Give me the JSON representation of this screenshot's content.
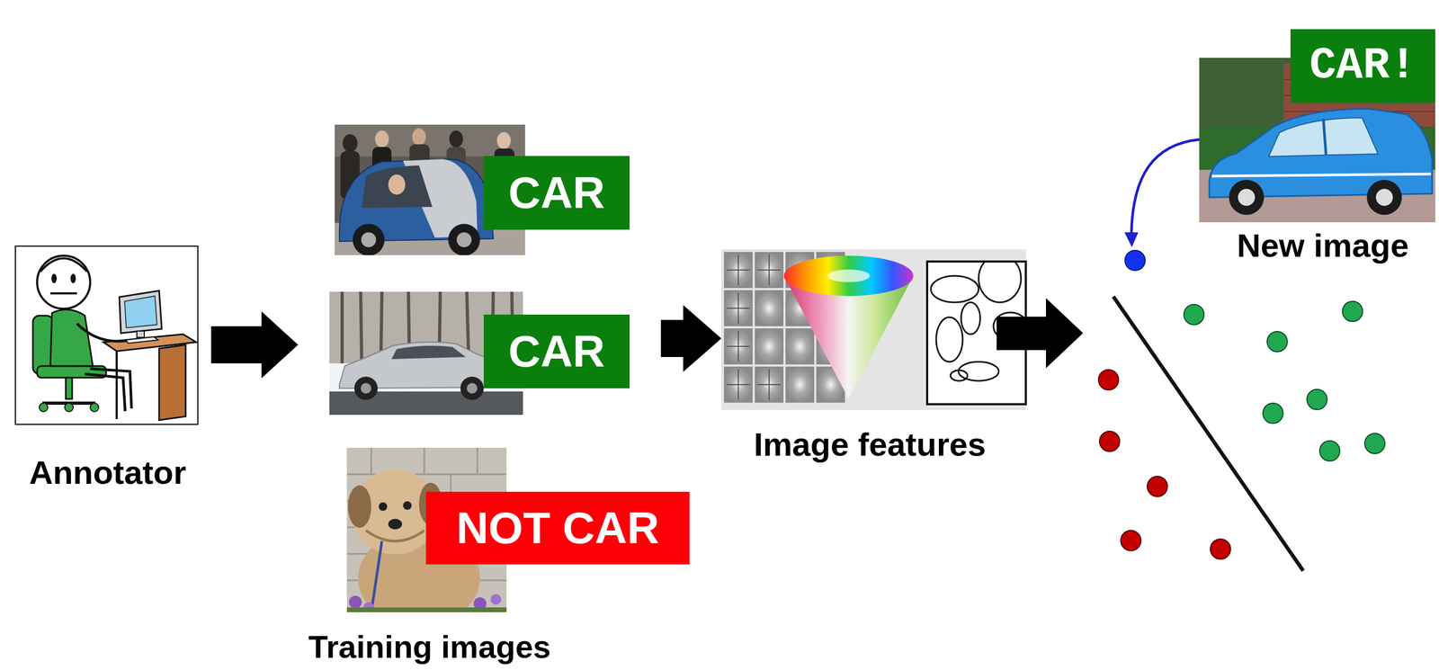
{
  "diagram": {
    "nodes": [
      {
        "text": [
          "Annotator"
        ]
      },
      {
        "text": [
          "Training images"
        ]
      },
      {
        "text": [
          "CAR"
        ],
        "in": 1
      },
      {
        "text": [
          "CAR"
        ],
        "in": 1
      },
      {
        "text": [
          "NOT CAR"
        ],
        "in": 1
      },
      {
        "text": [
          "Image features"
        ]
      },
      {
        "text": [
          "New image"
        ]
      },
      {
        "text": [
          "CAR!"
        ],
        "in": 6
      }
    ],
    "edges": [
      {
        "from": 0,
        "to": 1,
        "arrow": "to"
      },
      {
        "from": 1,
        "to": 5,
        "arrow": "to"
      }
    ]
  }
}
